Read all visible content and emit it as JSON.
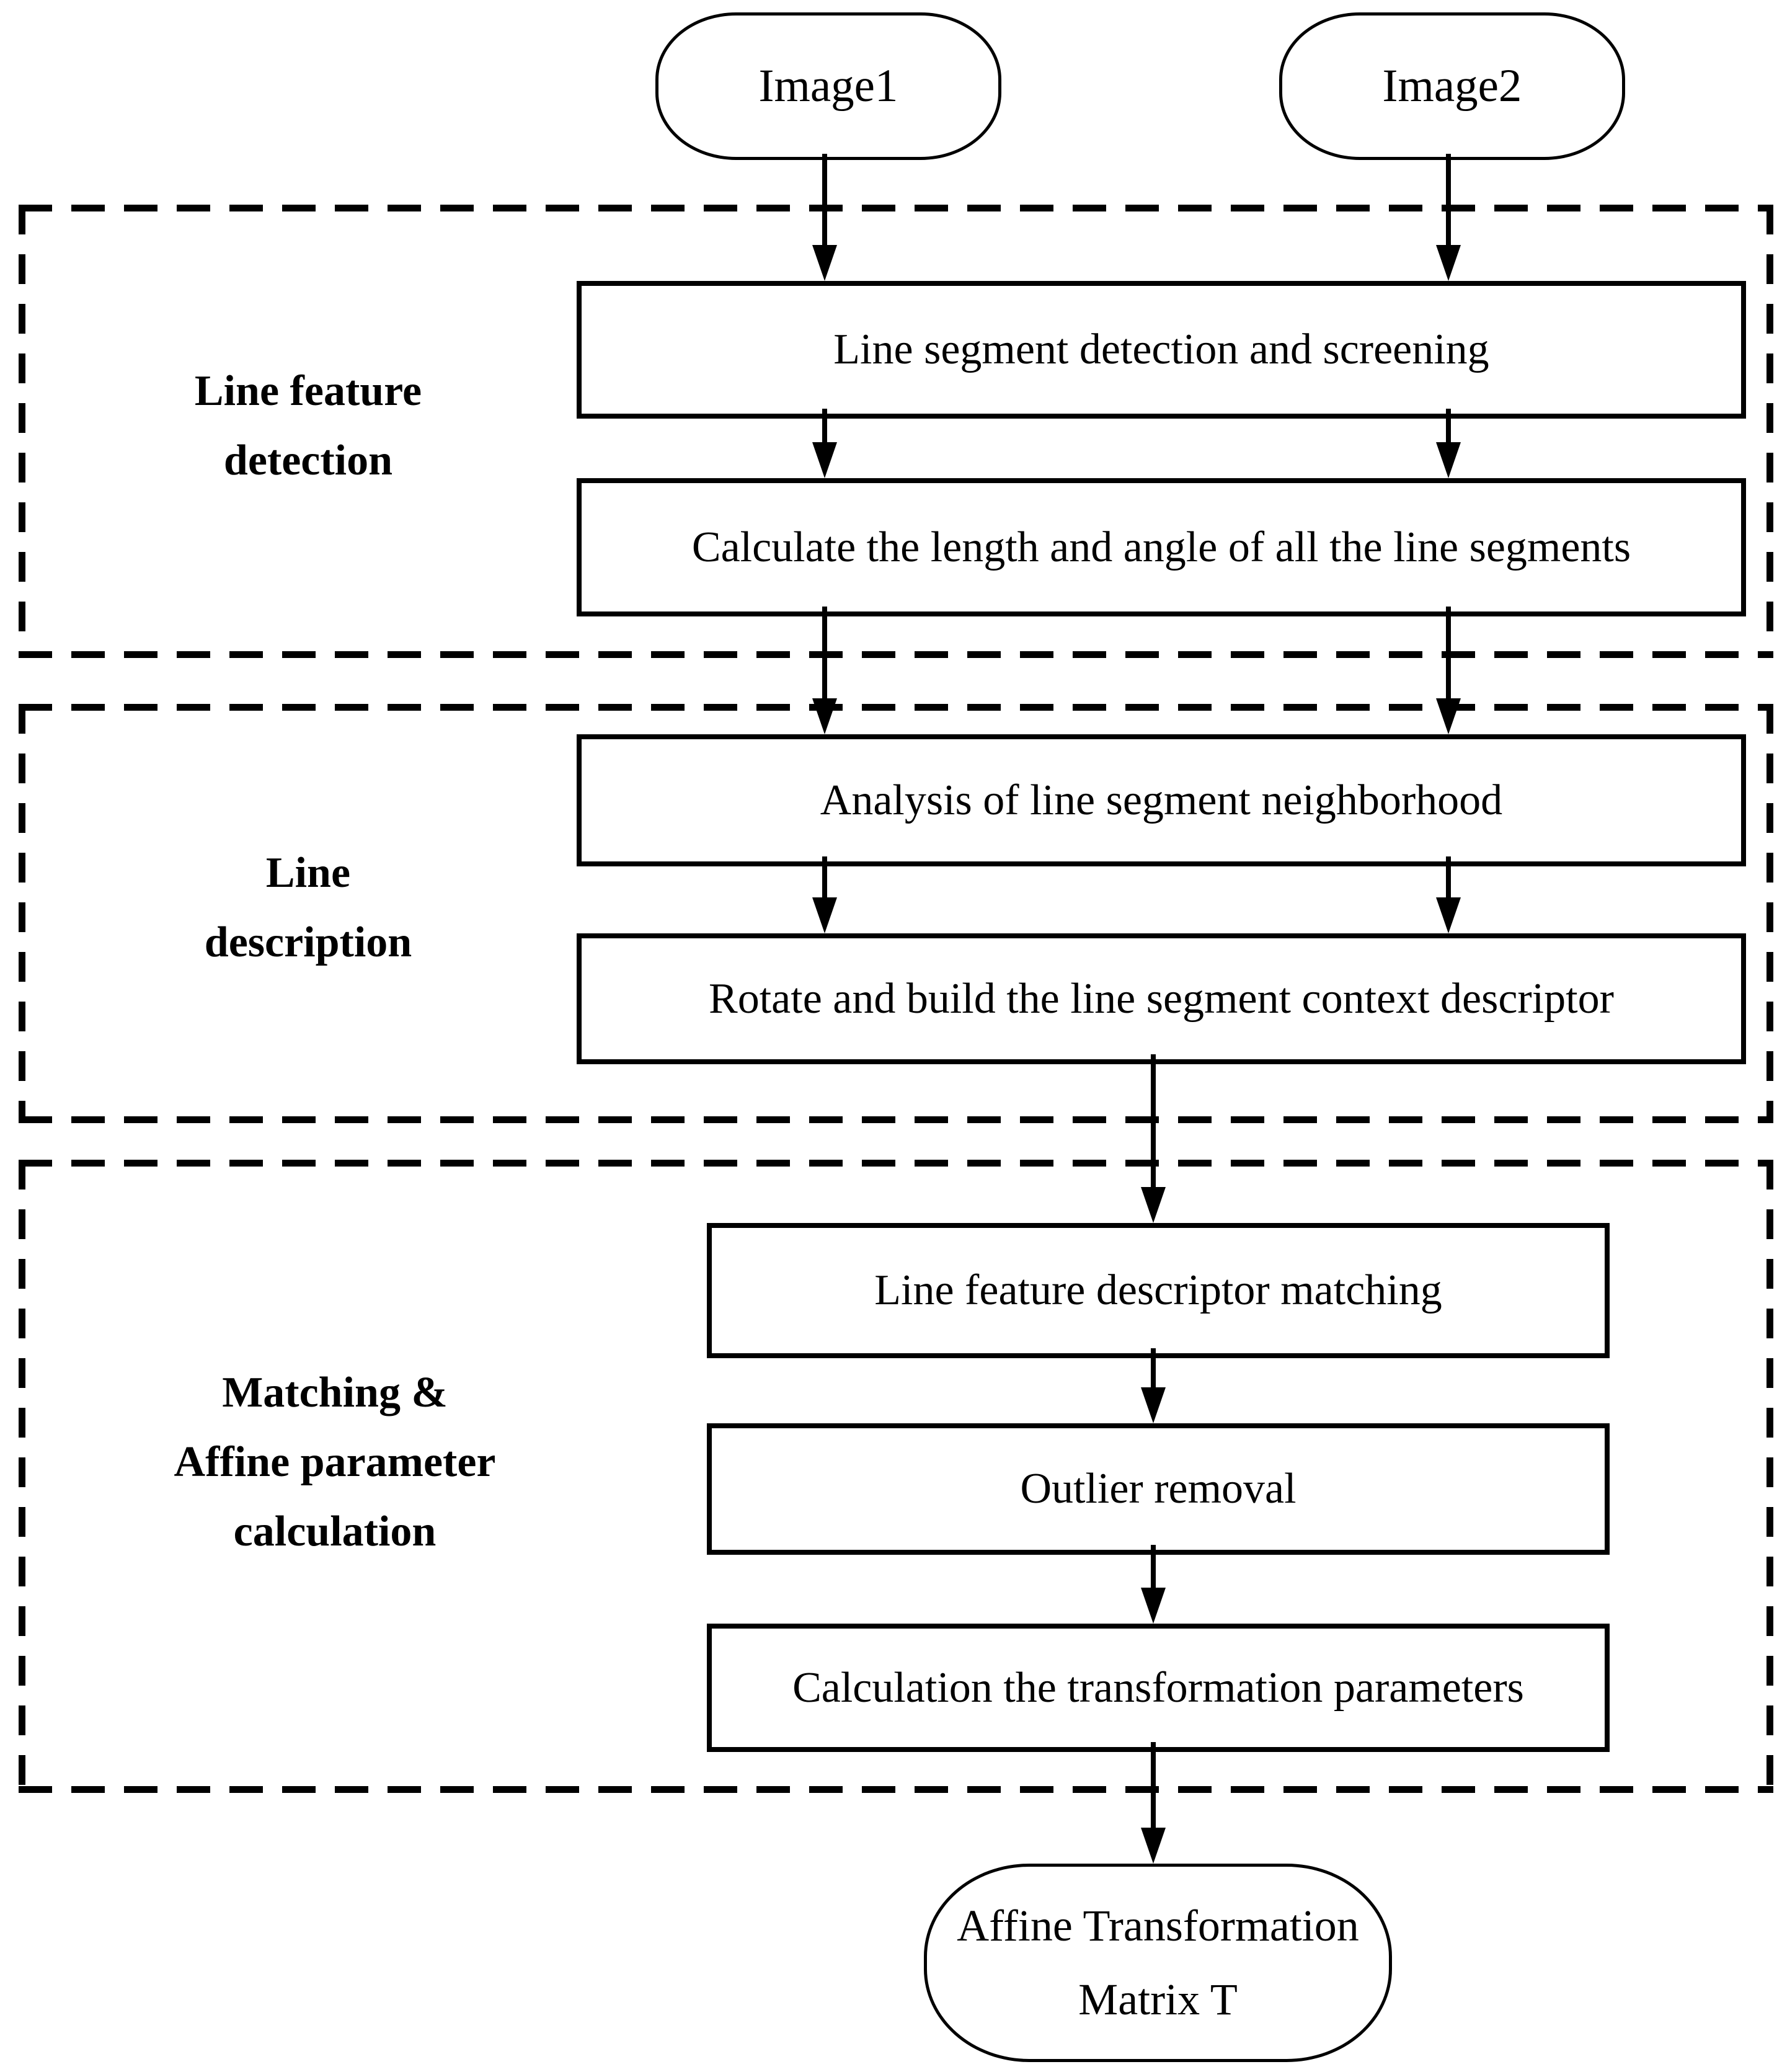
{
  "diagram": {
    "inputs": [
      {
        "label": "Image1"
      },
      {
        "label": "Image2"
      }
    ],
    "sections": [
      {
        "label": "Line feature\ndetection",
        "boxes": [
          "Line segment detection and screening",
          "Calculate the length and angle of all the line segments"
        ]
      },
      {
        "label": "Line\ndescription",
        "boxes": [
          "Analysis of line segment neighborhood",
          "Rotate and build the line segment context descriptor"
        ]
      },
      {
        "label": "Matching &\nAffine parameter\ncalculation",
        "boxes": [
          "Line feature descriptor matching",
          "Outlier removal",
          "Calculation the transformation parameters"
        ]
      }
    ],
    "output": {
      "label": "Affine Transformation\nMatrix T"
    },
    "colors": {
      "line": "#000000",
      "background": "#ffffff"
    }
  }
}
